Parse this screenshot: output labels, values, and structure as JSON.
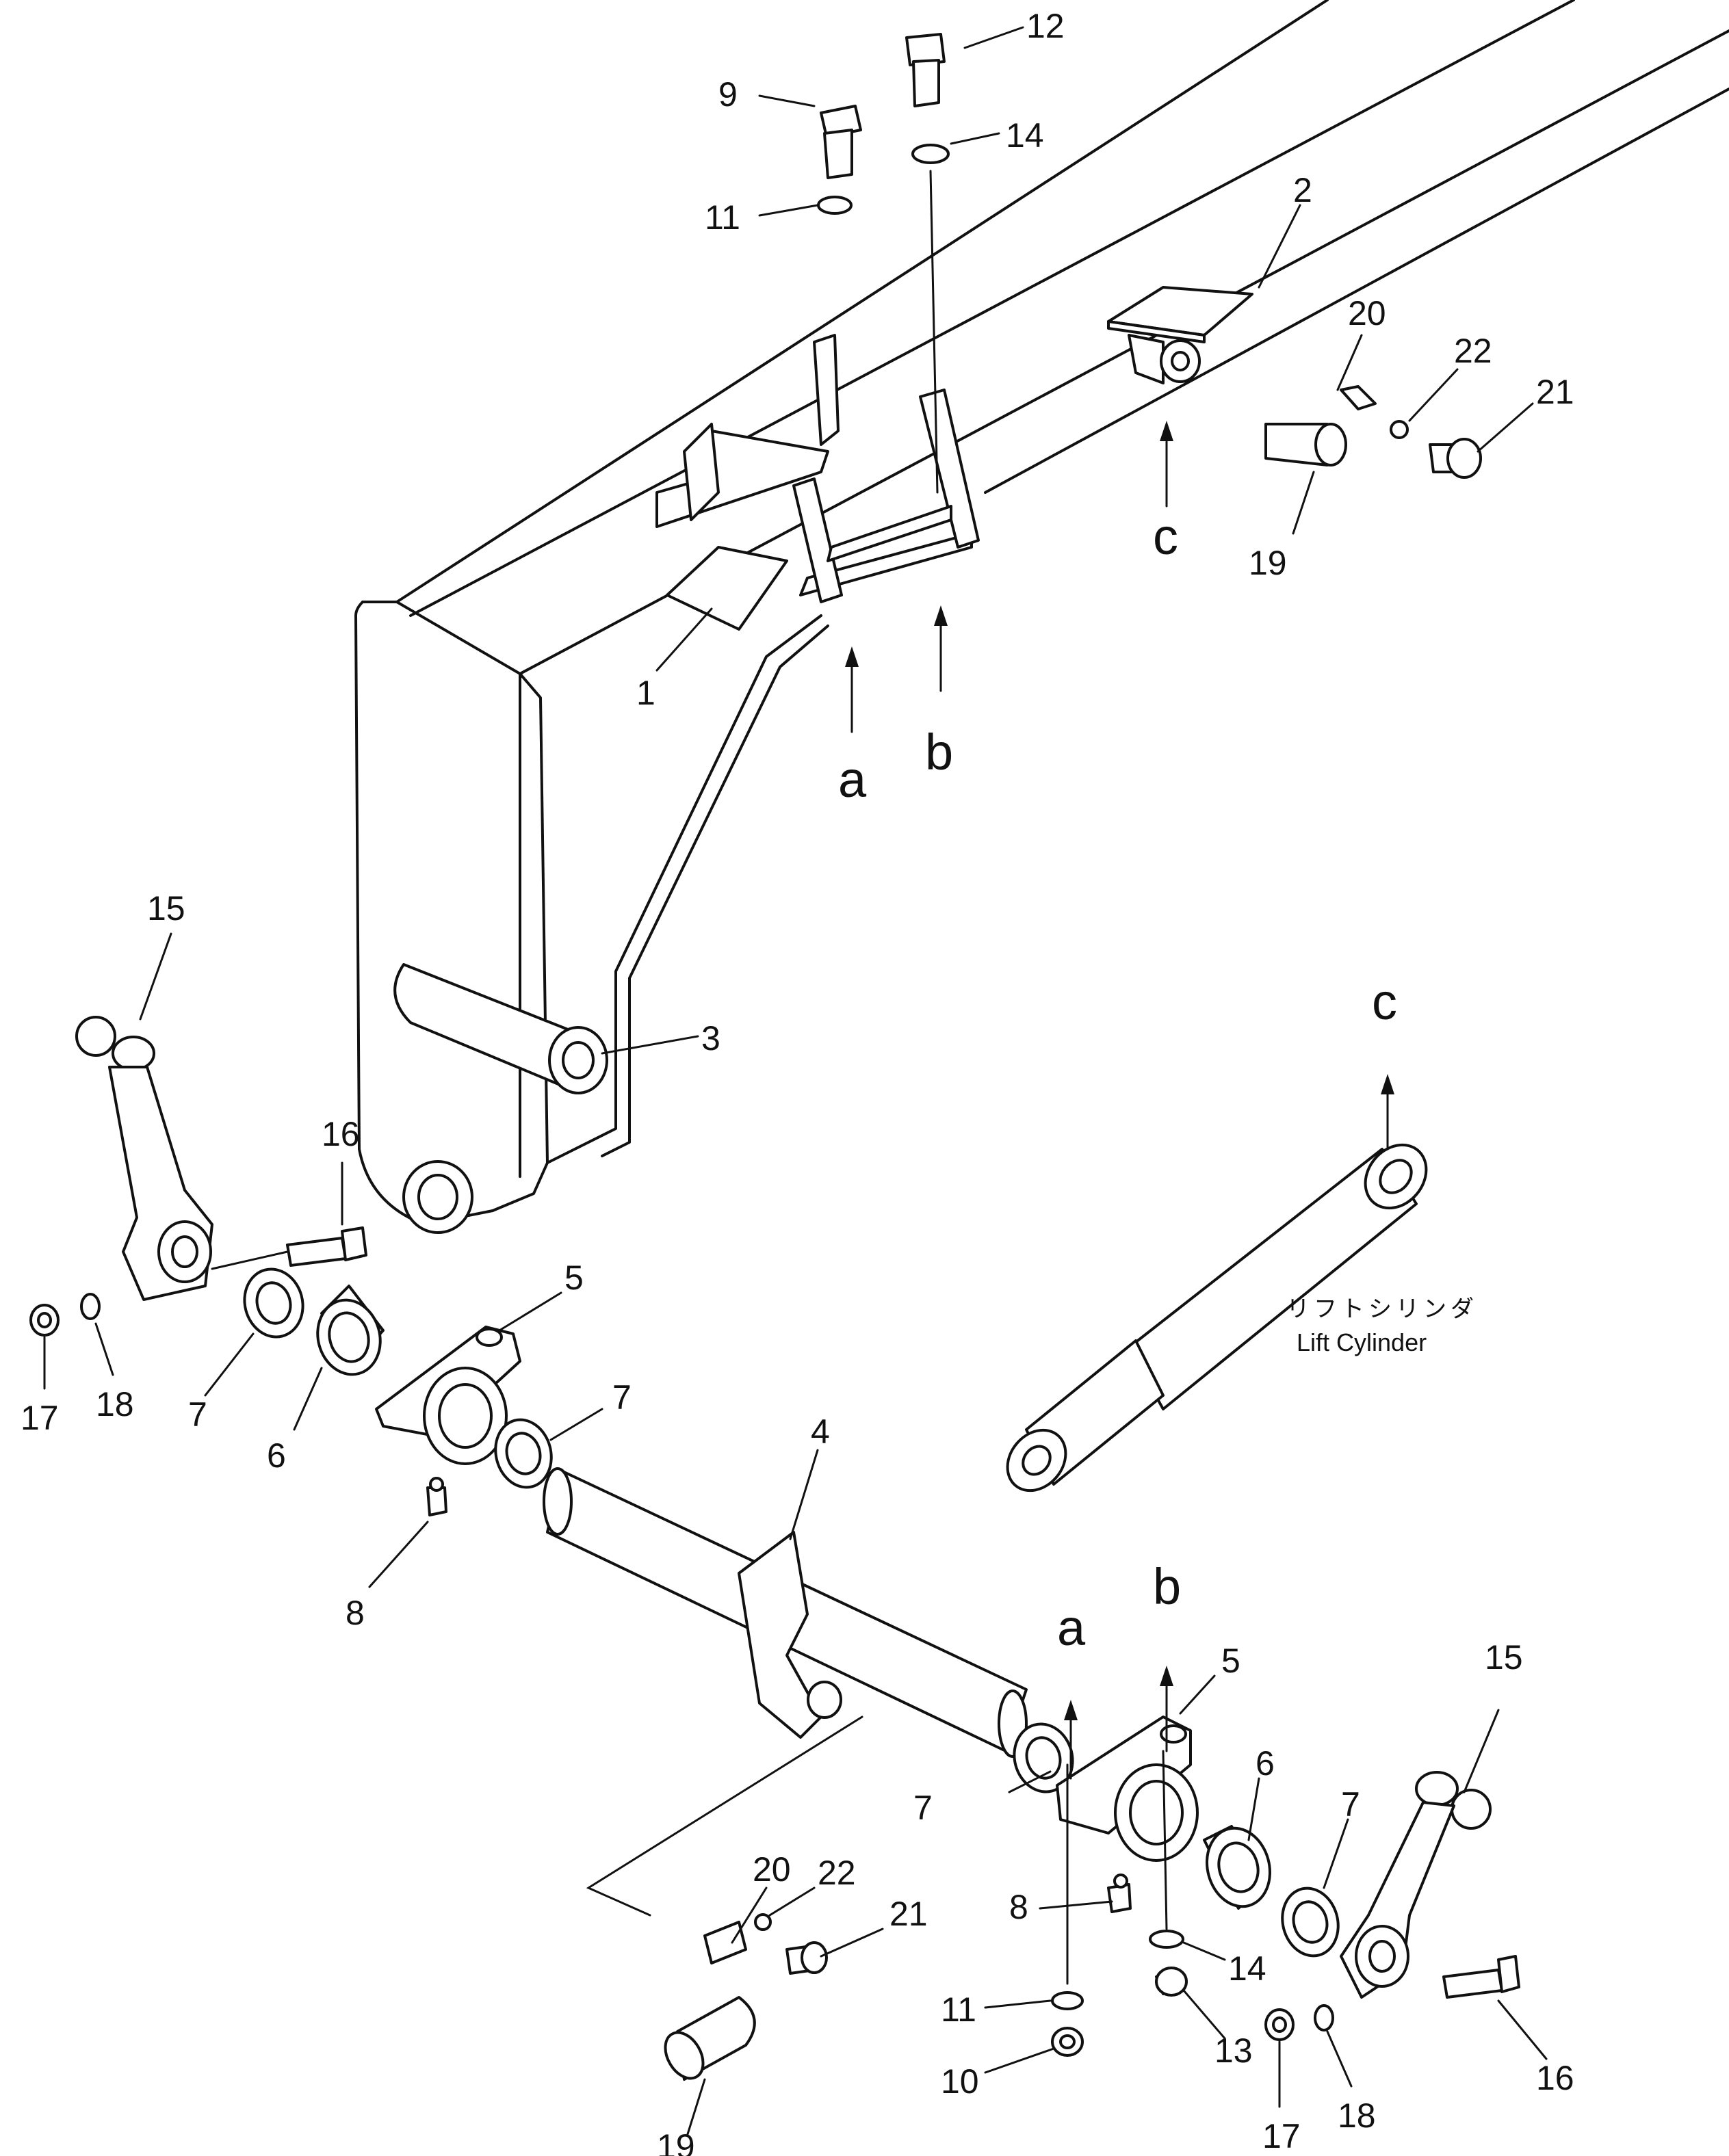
{
  "part_numbers": [
    "1",
    "2",
    "3",
    "4",
    "5",
    "5",
    "6",
    "6",
    "7",
    "7",
    "7",
    "7",
    "8",
    "8",
    "9",
    "10",
    "11",
    "11",
    "12",
    "13",
    "14",
    "14",
    "15",
    "15",
    "16",
    "16",
    "17",
    "17",
    "18",
    "18",
    "19",
    "19",
    "20",
    "20",
    "21",
    "21",
    "22",
    "22"
  ],
  "reference_letters": [
    "a",
    "b",
    "c",
    "a",
    "b",
    "c"
  ],
  "callout_text": {
    "lift_cylinder_jp": "リフトシリンダ",
    "lift_cylinder_en": "Lift Cylinder"
  },
  "colors": {
    "line": "#111111",
    "background": "#ffffff"
  }
}
